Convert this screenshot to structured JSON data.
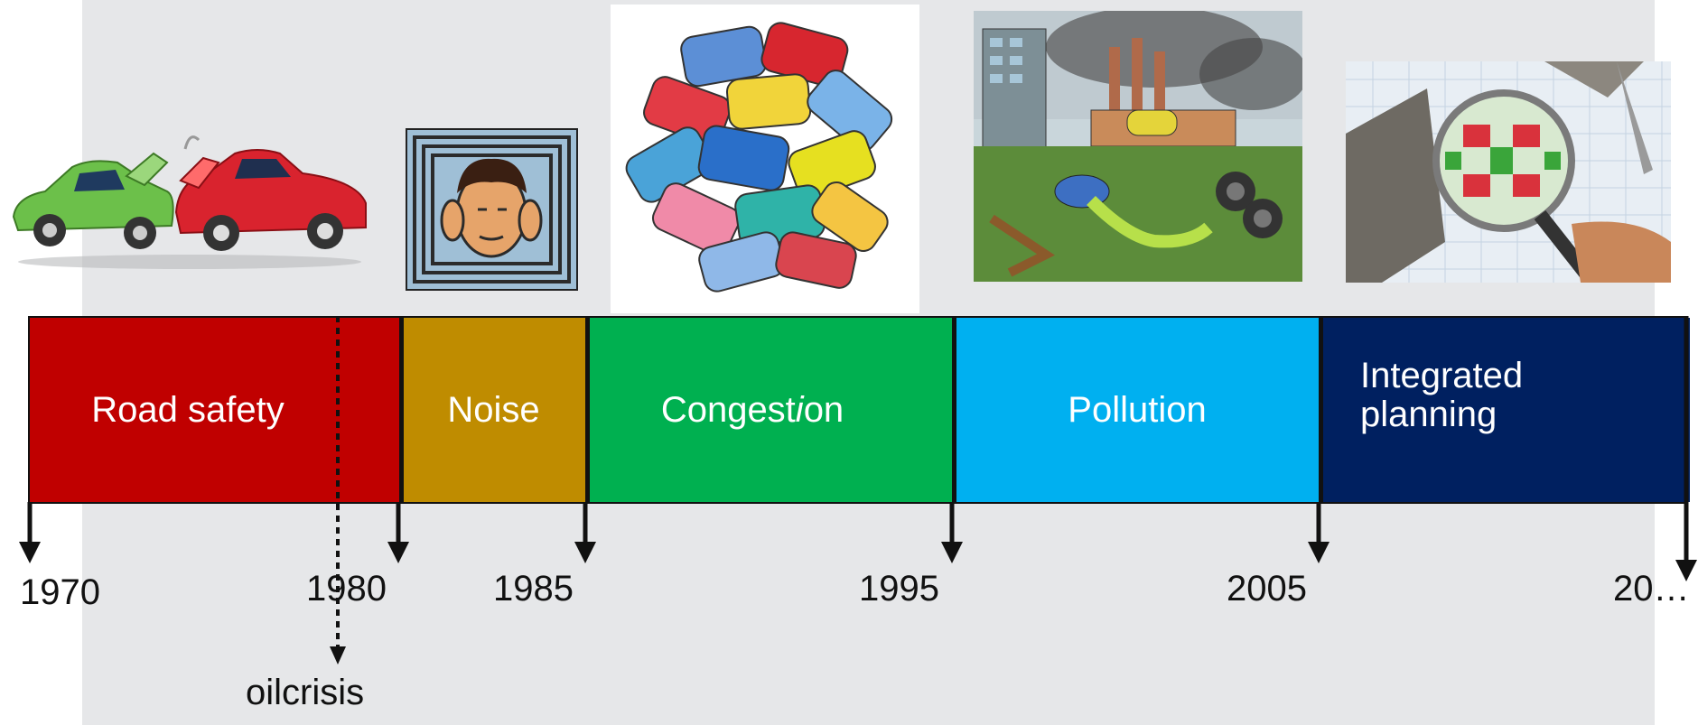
{
  "segments": [
    {
      "label": "Road safety",
      "color": "#c00000"
    },
    {
      "label": "Noise",
      "color": "#bf8c00"
    },
    {
      "label_parts": [
        "Congest",
        "i",
        "on"
      ],
      "color": "#00b050"
    },
    {
      "label": "Pollution",
      "color": "#00b0f0"
    },
    {
      "label_lines": [
        "Integrated",
        "planning"
      ],
      "color": "#002060"
    }
  ],
  "years": [
    "1970",
    "1980",
    "1985",
    "1995",
    "2005",
    "20…"
  ],
  "event": {
    "label": "oilcrisis"
  },
  "images": [
    {
      "icon": "car-crash-icon",
      "caption_topic": "road safety"
    },
    {
      "icon": "covering-ears-icon",
      "caption_topic": "noise"
    },
    {
      "icon": "car-pile-icon",
      "caption_topic": "congestion"
    },
    {
      "icon": "industrial-pollution-icon",
      "caption_topic": "pollution"
    },
    {
      "icon": "magnifying-glass-map-icon",
      "caption_topic": "integrated planning"
    }
  ],
  "colors": {
    "background": "#e6e7e9",
    "axis": "#111111"
  }
}
